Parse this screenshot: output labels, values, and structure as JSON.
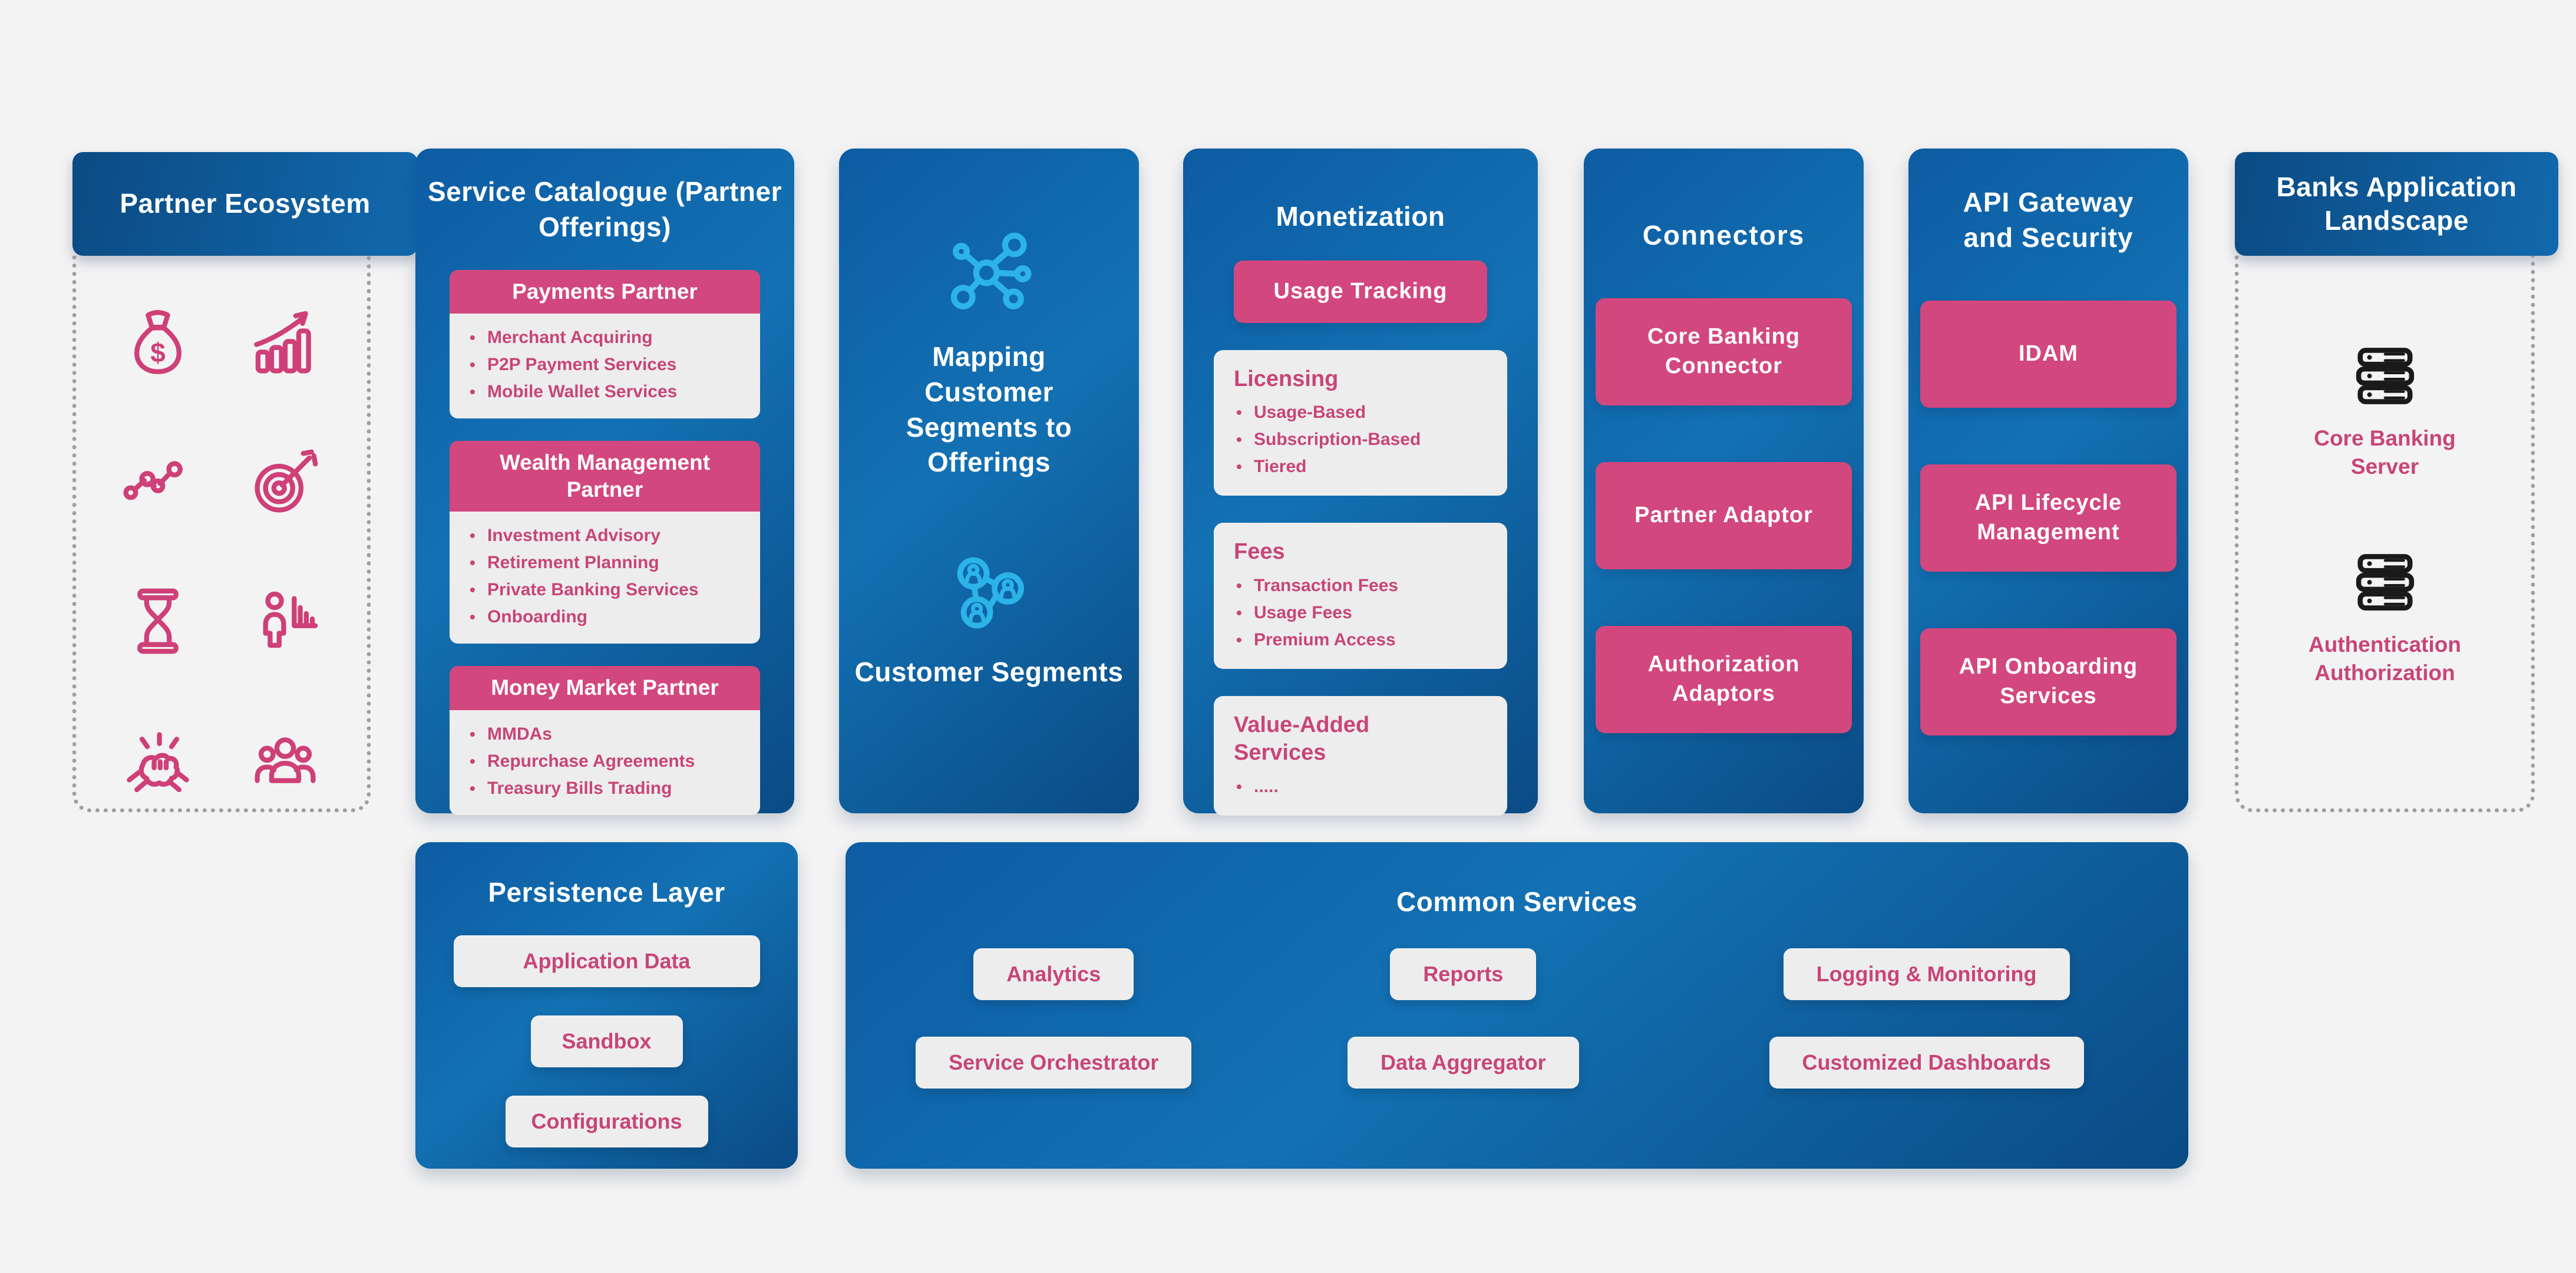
{
  "palette": {
    "background": "#f3f3f4",
    "blue_dark": "#0a4b85",
    "blue_mid": "#1068ab",
    "blue_light": "#1371b3",
    "pink": "#d2477d",
    "pink_text": "#c84578",
    "panel_light": "#ededee",
    "white": "#ffffff",
    "cyan_icon": "#2cb3e8",
    "dotted_border": "#9f9f9f",
    "server_icon": "#1a1a1a"
  },
  "partner_ecosystem": {
    "title": "Partner Ecosystem",
    "icons": [
      "money-bag-icon",
      "growth-chart-icon",
      "line-chart-icon",
      "target-icon",
      "hourglass-icon",
      "person-stats-icon",
      "handshake-icon",
      "people-group-icon"
    ]
  },
  "service_catalogue": {
    "title": "Service Catalogue (Partner Offerings)",
    "sections": [
      {
        "header": "Payments Partner",
        "items": [
          "Merchant Acquiring",
          "P2P Payment Services",
          "Mobile Wallet Services"
        ]
      },
      {
        "header": "Wealth Management Partner",
        "items": [
          "Investment Advisory",
          "Retirement Planning",
          "Private Banking Services",
          "Onboarding"
        ]
      },
      {
        "header": "Money Market Partner",
        "items": [
          "MMDAs",
          "Repurchase Agreements",
          "Treasury Bills Trading"
        ]
      }
    ]
  },
  "mapping": {
    "title": "Mapping Customer Segments to Offerings",
    "subtitle": "Customer Segments",
    "icons": [
      "network-icon",
      "customer-segments-icon"
    ]
  },
  "monetization": {
    "title": "Monetization",
    "usage_tracking_label": "Usage Tracking",
    "sections": [
      {
        "header": "Licensing",
        "items": [
          "Usage-Based",
          "Subscription-Based",
          "Tiered"
        ]
      },
      {
        "header": "Fees",
        "items": [
          "Transaction Fees",
          "Usage Fees",
          "Premium Access"
        ]
      },
      {
        "header": "Value-Added Services",
        "items": [
          "....."
        ]
      }
    ]
  },
  "connectors": {
    "title": "Connectors",
    "buttons": [
      "Core Banking Connector",
      "Partner Adaptor",
      "Authorization Adaptors"
    ]
  },
  "api_gateway": {
    "title": "API Gateway and Security",
    "buttons": [
      "IDAM",
      "API Lifecycle Management",
      "API Onboarding Services"
    ]
  },
  "banks_landscape": {
    "title": "Banks Application Landscape",
    "servers": [
      {
        "icon": "server-icon",
        "label": "Core Banking Server"
      },
      {
        "icon": "server-icon",
        "label": "Authentication Authorization"
      }
    ]
  },
  "persistence": {
    "title": "Persistence Layer",
    "buttons": [
      "Application Data",
      "Sandbox",
      "Configurations"
    ]
  },
  "common_services": {
    "title": "Common Services",
    "buttons_row1": [
      "Analytics",
      "Reports",
      "Logging & Monitoring"
    ],
    "buttons_row2": [
      "Service Orchestrator",
      "Data Aggregator",
      "Customized Dashboards"
    ]
  }
}
